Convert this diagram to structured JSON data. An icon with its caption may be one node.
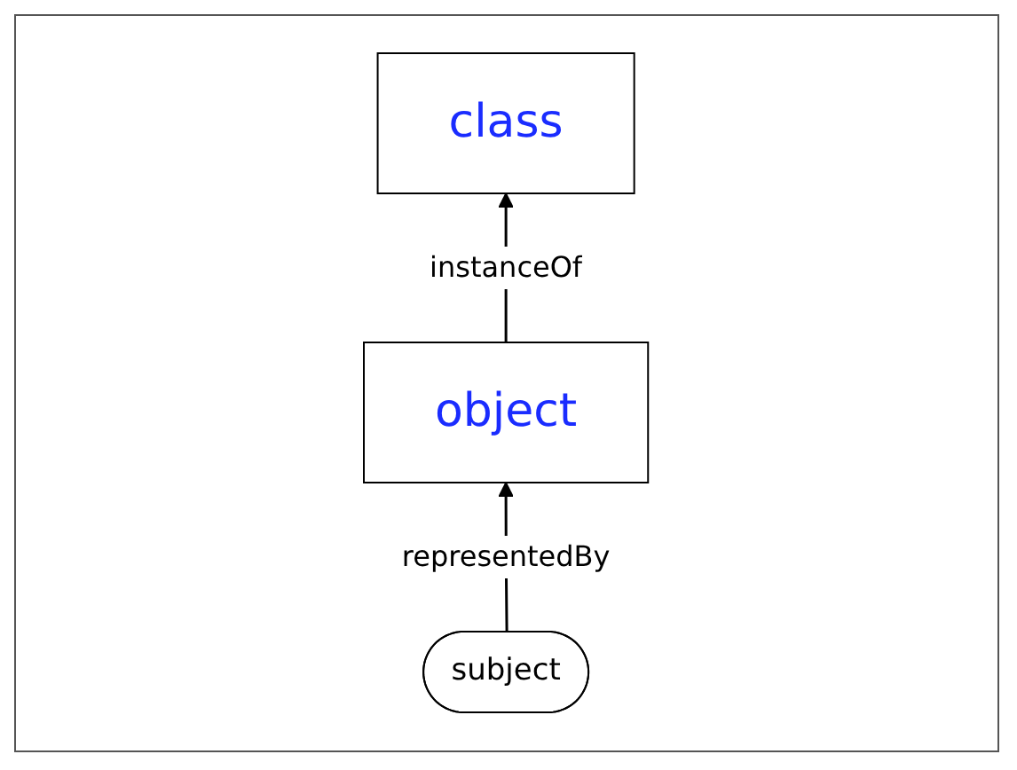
{
  "diagram": {
    "nodes": [
      {
        "text": [
          "class"
        ]
      },
      {
        "text": [
          "object"
        ]
      },
      {
        "text": [
          "subject"
        ]
      }
    ],
    "edges": [
      {
        "from": 2,
        "to": 1,
        "arrow": "to",
        "label": "representedBy"
      },
      {
        "from": 1,
        "to": 0,
        "arrow": "to",
        "label": "instanceOf"
      }
    ]
  }
}
